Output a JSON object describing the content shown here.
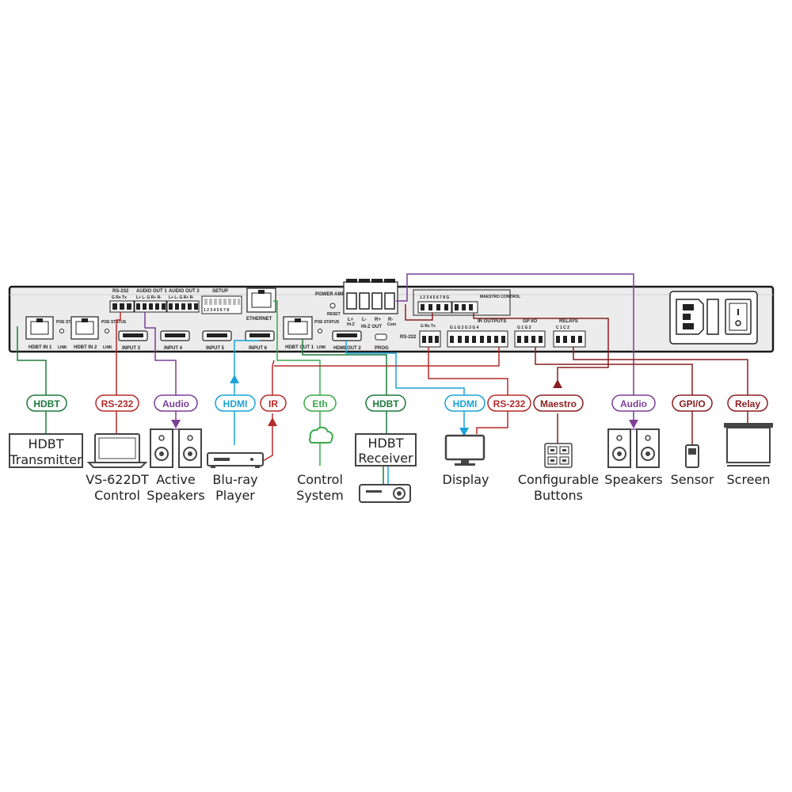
{
  "panel": {
    "rs232": "RS-232",
    "rs232_pins": "G  Rx  Tx",
    "audio_out1": "AUDIO OUT 1",
    "audio_out1_pins": "L+  L-  G  R+  R-",
    "audio_out2": "AUDIO OUT 2",
    "audio_out2_pins": "L+  L-  G  R+  R-",
    "setup": "SETUP",
    "setup_nums": "1 2 3 4 5 6 7 8",
    "ethernet": "ETHERNET",
    "power_amp": "POWER AMP",
    "reset": "RESET",
    "amp_l_plus": "L+",
    "amp_l_minus": "L-",
    "amp_r_plus": "R+",
    "amp_r_minus": "R-",
    "hiz": "Hi-Z",
    "com": "Com",
    "hiz_out": "HI-Z OUT",
    "poe_status": "POE STATUS",
    "link": "LINK",
    "hdbt_in1": "HDBT IN 1",
    "hdbt_in2": "HDBT IN 2",
    "input3": "INPUT 3",
    "input4": "INPUT 4",
    "input5": "INPUT 5",
    "input6": "INPUT 6",
    "hdbt_out1": "HDBT OUT 1",
    "hdmi_out2": "HDMI OUT 2",
    "prog": "PROG",
    "rs232_right": "RS-232",
    "rs232_right_pins": "G  Rx  Tx",
    "btn_nums": "1  2  3  4  5  6  7  8  G",
    "maestro_control": "MAESTRO CONTROL",
    "ir_outputs": "IR OUTPUTS",
    "ir_pins": "G  1  G  2  G  3  G  4",
    "gpio": "GP I/O",
    "gpio_pins": "G  1  G  2",
    "relays": "RELAYS",
    "relays_pins": "C  1  C  2"
  },
  "connections": [
    {
      "label": "HDBT",
      "color": "#1e7a3c"
    },
    {
      "label": "RS-232",
      "color": "#b52a2a"
    },
    {
      "label": "Audio",
      "color": "#7b3f98"
    },
    {
      "label": "HDMI",
      "color": "#1aa3d9"
    },
    {
      "label": "IR",
      "color": "#b52a2a"
    },
    {
      "label": "Eth",
      "color": "#3aa84a"
    },
    {
      "label": "HDBT",
      "color": "#1e7a3c"
    },
    {
      "label": "HDMI",
      "color": "#1aa3d9"
    },
    {
      "label": "RS-232",
      "color": "#b52a2a"
    },
    {
      "label": "Maestro",
      "color": "#8a1f1f"
    },
    {
      "label": "Audio",
      "color": "#7b3f98"
    },
    {
      "label": "GPI/O",
      "color": "#8a1f1f"
    },
    {
      "label": "Relay",
      "color": "#8a1f1f"
    }
  ],
  "devices": {
    "hdbt_transmitter": "HDBT Transmitter",
    "vs622dt": "VS-622DT",
    "vs622dt_2": "Control",
    "active": "Active",
    "active_2": "Speakers",
    "bluray": "Blu-ray",
    "bluray_2": "Player",
    "control": "Control",
    "control_2": "System",
    "hdbt_receiver_1": "HDBT",
    "hdbt_receiver_2": "Receiver",
    "display": "Display",
    "configurable": "Configurable",
    "configurable_2": "Buttons",
    "speakers": "Speakers",
    "sensor": "Sensor",
    "screen": "Screen"
  },
  "colors": {
    "panel": "#e9e9e9",
    "panel_border": "#1a1a1a",
    "device": "#444444"
  }
}
